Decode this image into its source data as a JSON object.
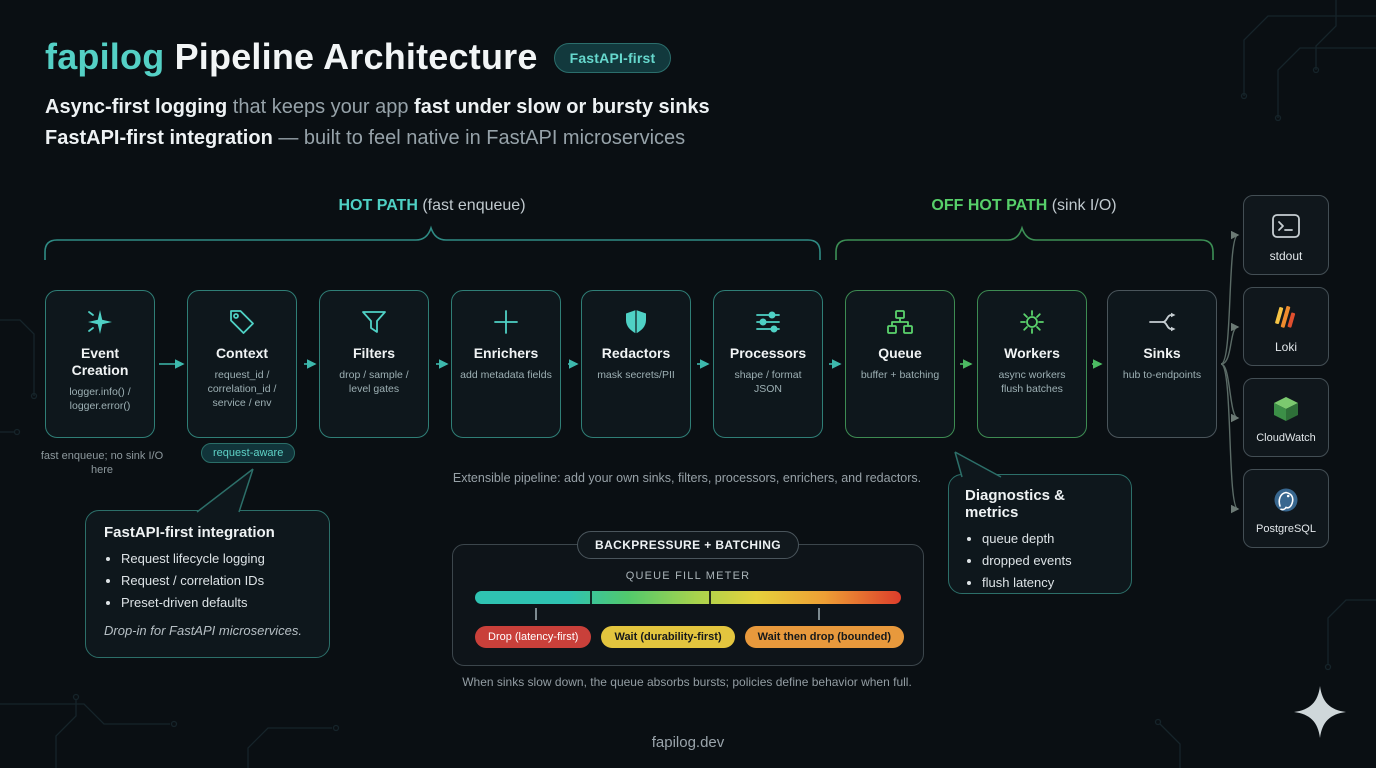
{
  "header": {
    "brand": "fapilog",
    "title": " Pipeline Architecture",
    "badge": "FastAPI-first",
    "subtitle1": {
      "lead": "Async-first logging",
      "mid": " that keeps your app ",
      "tail": "fast under slow or bursty sinks"
    },
    "subtitle2": {
      "lead": "FastAPI-first integration",
      "tail": " — built to feel native in FastAPI microservices"
    }
  },
  "paths": {
    "hot": {
      "label": "HOT PATH",
      "sub": " (fast enqueue)"
    },
    "off": {
      "label": "OFF HOT PATH",
      "sub": " (sink I/O)"
    }
  },
  "stages": [
    {
      "title": "Event Creation",
      "desc": "logger.info() / logger.error()",
      "icon": "spark-icon",
      "note": "fast enqueue; no sink I/O here"
    },
    {
      "title": "Context",
      "desc": "request_id / correlation_id / service / env",
      "icon": "tag-icon",
      "badge": "request-aware"
    },
    {
      "title": "Filters",
      "desc": "drop / sample / level gates",
      "icon": "funnel-icon"
    },
    {
      "title": "Enrichers",
      "desc": "add metadata fields",
      "icon": "plus-icon"
    },
    {
      "title": "Redactors",
      "desc": "mask secrets/PII",
      "icon": "shield-icon"
    },
    {
      "title": "Processors",
      "desc": "shape / format JSON",
      "icon": "sliders-icon"
    },
    {
      "title": "Queue",
      "desc": "buffer + batching",
      "icon": "queue-tree-icon"
    },
    {
      "title": "Workers",
      "desc": "async workers flush batches",
      "icon": "gear-icon"
    },
    {
      "title": "Sinks",
      "desc": "hub to-endpoints",
      "icon": "fork-arrow-icon"
    }
  ],
  "endpoints": [
    {
      "label": "stdout",
      "icon": "terminal-icon"
    },
    {
      "label": "Loki",
      "icon": "loki-icon"
    },
    {
      "label": "CloudWatch",
      "icon": "cloudwatch-icon"
    },
    {
      "label": "PostgreSQL",
      "icon": "postgresql-icon"
    }
  ],
  "callout_fastapi": {
    "title": "FastAPI-first integration",
    "bullets": [
      "Request lifecycle logging",
      "Request / correlation IDs",
      "Preset-driven defaults"
    ],
    "footnote": "Drop-in for FastAPI microservices."
  },
  "callout_diagnostics": {
    "title": "Diagnostics & metrics",
    "bullets": [
      "queue depth",
      "dropped events",
      "flush latency"
    ]
  },
  "extensible_note": "Extensible pipeline: add your own sinks, filters, processors, enrichers, and redactors.",
  "backpressure": {
    "header": "BACKPRESSURE + BATCHING",
    "meter_label": "QUEUE FILL METER",
    "meter_gradient": [
      "#2fc3b2 0%",
      "#2fc3b2 22%",
      "#52c96c 36%",
      "#a8d34d 52%",
      "#e6d23c 66%",
      "#ee9f35 82%",
      "#dd3d2b 100%"
    ],
    "policies": [
      {
        "label": "Drop (latency-first)",
        "color": "#c9403a"
      },
      {
        "label": "Wait (durability-first)",
        "color": "#e3c53e"
      },
      {
        "label": "Wait then drop (bounded)",
        "color": "#e8993c"
      }
    ],
    "caption": "When sinks slow down, the queue absorbs bursts; policies define behavior when full."
  },
  "footer": "fapilog.dev",
  "colors": {
    "accent_teal": "#4fd1c5",
    "accent_green": "#57d06a",
    "background": "#0a0f13"
  }
}
